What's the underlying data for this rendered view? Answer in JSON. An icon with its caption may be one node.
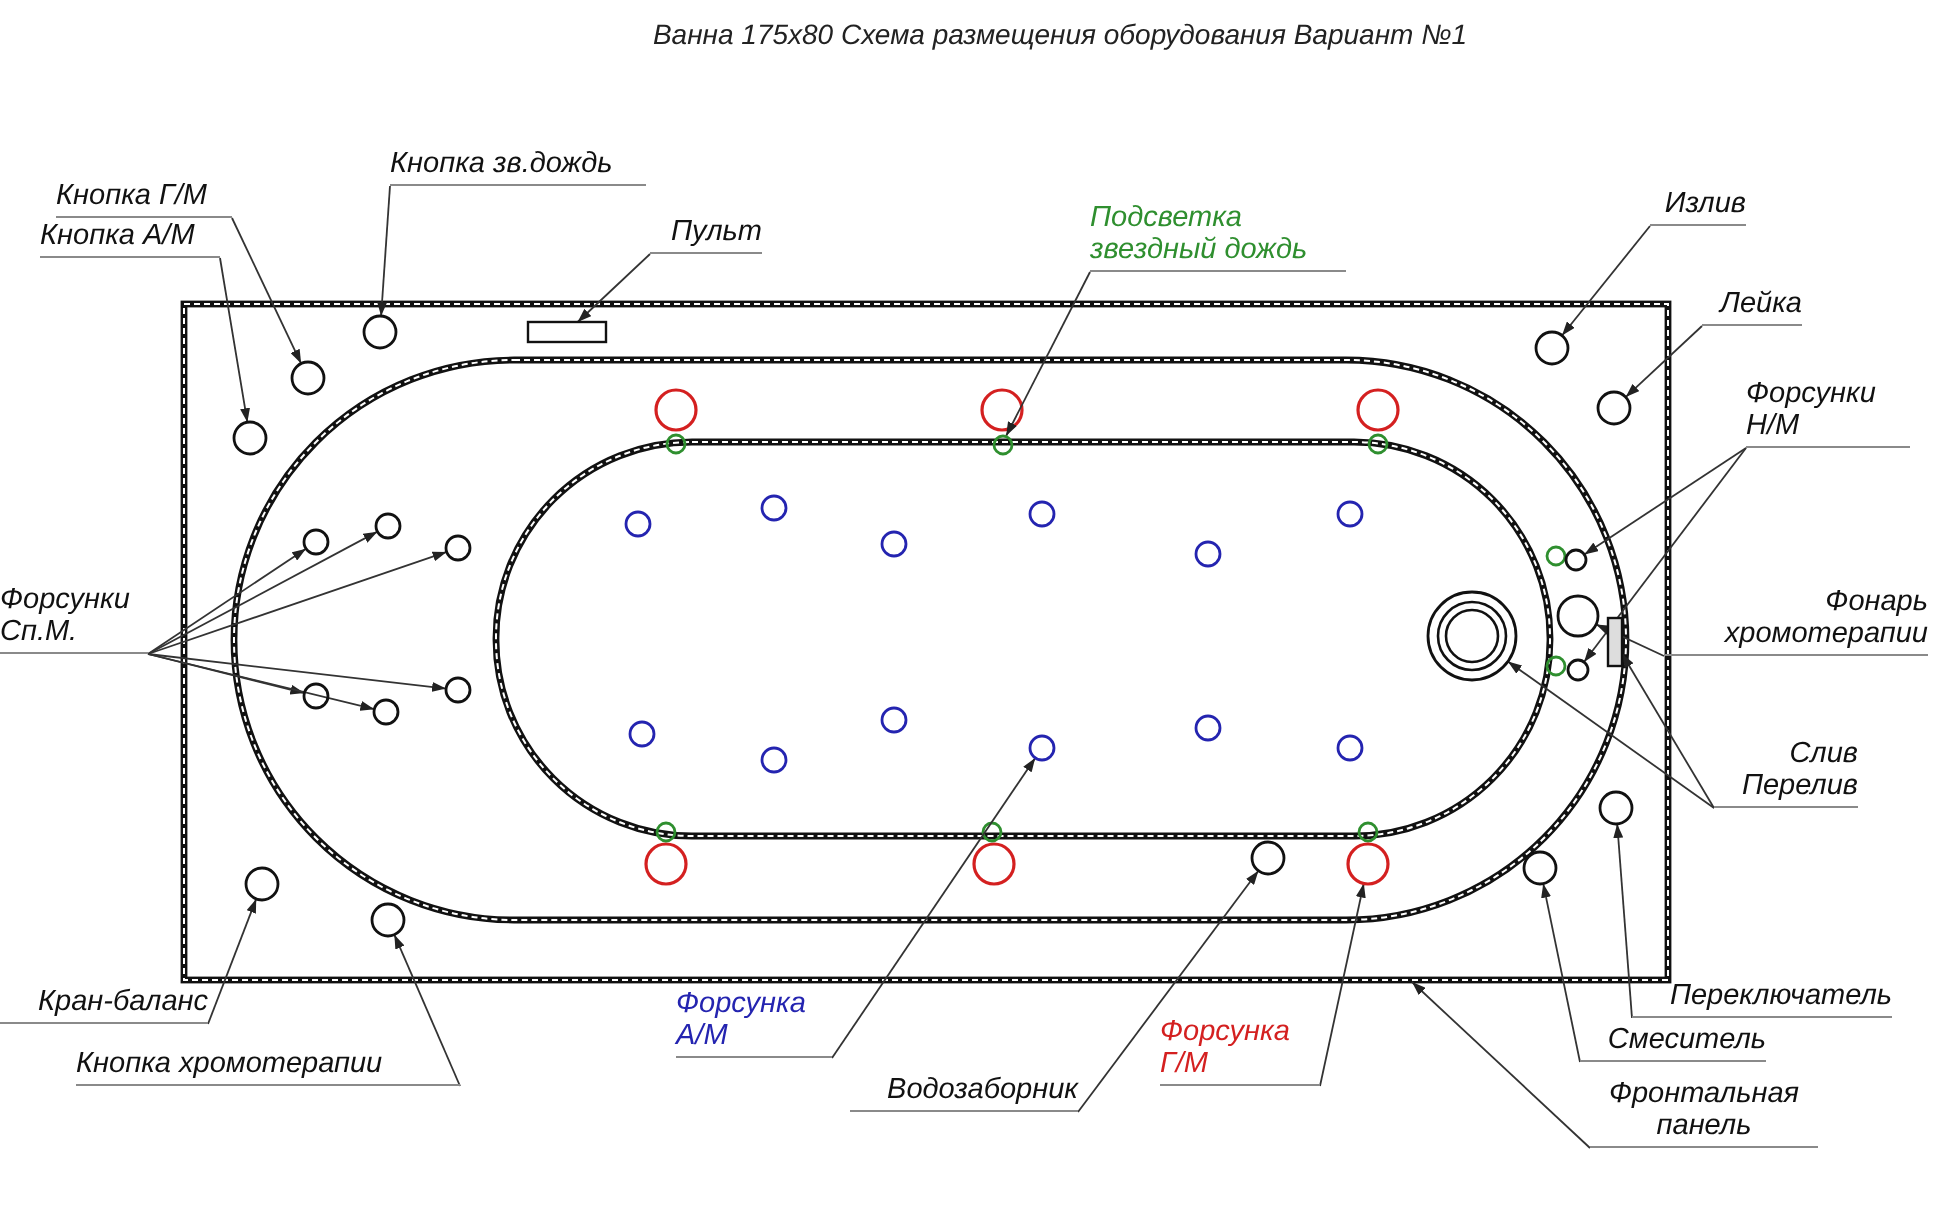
{
  "diagram": {
    "title": "Ванна 175x80 Схема размещения оборудования Вариант №1",
    "nodes": [
      {
        "text": [
          "Кнопка Г/М"
        ]
      },
      {
        "text": [
          "Кнопка зв.дождь"
        ]
      },
      {
        "text": [
          "Кнопка А/М"
        ]
      },
      {
        "text": [
          "Пульт"
        ]
      },
      {
        "text": [
          "Подсветка звездный дождь"
        ]
      },
      {
        "text": [
          "Излив"
        ]
      },
      {
        "text": [
          "Лейка"
        ]
      },
      {
        "text": [
          "Форсунки Н/М"
        ]
      },
      {
        "text": [
          "Форсунки Сп.М."
        ]
      },
      {
        "text": [
          "Фонарь хромотерапии"
        ]
      },
      {
        "text": [
          "Слив",
          "Перелив"
        ]
      },
      {
        "text": [
          "Кран-баланс"
        ]
      },
      {
        "text": [
          "Переключатель"
        ]
      },
      {
        "text": [
          "Форсунка А/М"
        ]
      },
      {
        "text": [
          "Смеситель"
        ]
      },
      {
        "text": [
          "Форсунка Г/М"
        ]
      },
      {
        "text": [
          "Кнопка хромотерапии"
        ]
      },
      {
        "text": [
          "Водозаборник"
        ]
      },
      {
        "text": [
          "Фронтальная панель"
        ]
      },
      {
        "text": [],
        "shape": "circle"
      },
      {
        "text": [],
        "shape": "circle"
      },
      {
        "text": [],
        "shape": "circle"
      },
      {
        "text": [],
        "shape": "box"
      },
      {
        "text": [],
        "shape": "circle"
      },
      {
        "text": [],
        "shape": "circle"
      },
      {
        "text": [],
        "shape": "circle"
      },
      {
        "text": [],
        "shape": "circle"
      },
      {
        "text": [],
        "shape": "circle"
      },
      {
        "text": [],
        "shape": "circle"
      },
      {
        "text": [],
        "shape": "circle"
      },
      {
        "text": [],
        "shape": "circle"
      },
      {
        "text": [],
        "shape": "circle"
      },
      {
        "text": [],
        "shape": "circle"
      },
      {
        "text": [],
        "shape": "circle"
      },
      {
        "text": [],
        "shape": "circle"
      },
      {
        "text": [],
        "shape": "circle"
      },
      {
        "text": [],
        "shape": "bar"
      },
      {
        "text": [],
        "shape": "circle"
      },
      {
        "text": [],
        "shape": "circle"
      },
      {
        "text": [],
        "shape": "circle"
      },
      {
        "text": [],
        "shape": "circle"
      },
      {
        "text": [],
        "shape": "circle"
      },
      {
        "text": [],
        "shape": "circle"
      },
      {
        "text": [],
        "shape": "circle"
      }
    ],
    "edges": [
      {
        "from": 0,
        "to": 19,
        "arrow": "to"
      },
      {
        "from": 1,
        "to": 20,
        "arrow": "to"
      },
      {
        "from": 2,
        "to": 21,
        "arrow": "to"
      },
      {
        "from": 3,
        "to": 22,
        "arrow": "to"
      },
      {
        "from": 4,
        "to": 23,
        "arrow": "to"
      },
      {
        "from": 5,
        "to": 24,
        "arrow": "to"
      },
      {
        "from": 6,
        "to": 25,
        "arrow": "to"
      },
      {
        "from": 7,
        "to": 26,
        "arrow": "to"
      },
      {
        "from": 7,
        "to": 27,
        "arrow": "to"
      },
      {
        "from": 8,
        "to": 28,
        "arrow": "to"
      },
      {
        "from": 8,
        "to": 29,
        "arrow": "to"
      },
      {
        "from": 8,
        "to": 30,
        "arrow": "to"
      },
      {
        "from": 8,
        "to": 31,
        "arrow": "to"
      },
      {
        "from": 8,
        "to": 32,
        "arrow": "to"
      },
      {
        "from": 8,
        "to": 33,
        "arrow": "to"
      },
      {
        "from": 9,
        "to": 34,
        "arrow": "to"
      },
      {
        "from": 10,
        "to": 35,
        "arrow": "to"
      },
      {
        "from": 10,
        "to": 36,
        "arrow": "to"
      },
      {
        "from": 11,
        "to": 37,
        "arrow": "to"
      },
      {
        "from": 12,
        "to": 38,
        "arrow": "to"
      },
      {
        "from": 13,
        "to": 39,
        "arrow": "to"
      },
      {
        "from": 14,
        "to": 40,
        "arrow": "to"
      },
      {
        "from": 15,
        "to": 41,
        "arrow": "to"
      },
      {
        "from": 16,
        "to": 42,
        "arrow": "to"
      },
      {
        "from": 17,
        "to": 43,
        "arrow": "to"
      },
      {
        "from": 18,
        "to": null,
        "arrow": "to"
      }
    ]
  }
}
